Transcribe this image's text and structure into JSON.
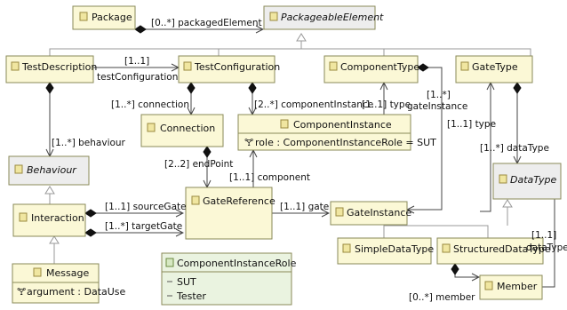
{
  "classes": {
    "package": "Package",
    "packageable_element": "PackageableElement",
    "test_description": "TestDescription",
    "test_configuration": "TestConfiguration",
    "component_type": "ComponentType",
    "gate_type": "GateType",
    "connection": "Connection",
    "component_instance": "ComponentInstance",
    "component_instance_attr": "role : ComponentInstanceRole = SUT",
    "behaviour": "Behaviour",
    "interaction": "Interaction",
    "gate_reference": "GateReference",
    "gate_instance": "GateInstance",
    "data_type": "DataType",
    "simple_data_type": "SimpleDataType",
    "structured_data_type": "StructuredDataType",
    "member": "Member",
    "message": "Message",
    "message_attr": "argument : DataUse",
    "component_instance_role": "ComponentInstanceRole",
    "role_literals": [
      "SUT",
      "Tester"
    ]
  },
  "labels": {
    "packaged_element": "[0..*] packagedElement",
    "tc_mult": "[1..1]",
    "tc_role": "testConfiguration",
    "behaviour": "[1..*] behaviour",
    "connection": "[1..*] connection",
    "component_instance": "[2..*] componentInstance",
    "type_ci": "[1..1] type",
    "gate_instance_mult": "[1..*]",
    "gate_instance_role": "gateInstance",
    "type_gt": "[1..1] type",
    "data_type": "[1..*] dataType",
    "end_point": "[2..2] endPoint",
    "component": "[1..1] component",
    "source_gate": "[1..1] sourceGate",
    "target_gate": "[1..*] targetGate",
    "gate": "[1..1] gate",
    "dt_mult": "[1..1]",
    "dt_role": "dataType",
    "member": "[0..*] member"
  },
  "colors": {
    "class_fill": "#fbf8d6",
    "abstract_fill": "#ededed",
    "enum_fill": "#eaf3e0",
    "border": "#8a8a58"
  }
}
